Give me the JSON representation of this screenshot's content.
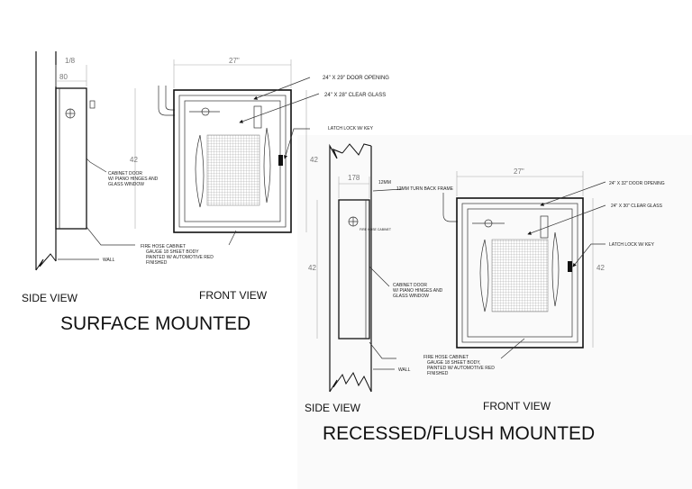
{
  "surface": {
    "title": "SURFACE MOUNTED",
    "side_view_label": "SIDE VIEW",
    "front_view_label": "FRONT VIEW",
    "dims": {
      "frame_depth": "1/8",
      "depth": "80",
      "width": "27\"",
      "side_height": "42",
      "front_height": "42"
    },
    "callouts": {
      "door_opening": "24\" X 29\" DOOR OPENING",
      "clear_glass": "24\" X 28\" CLEAR GLASS",
      "latch_lock": "LATCH LOCK W/ KEY",
      "cabinet_door": [
        "CABINET DOOR",
        "W/ PIANO HINGES AND",
        "GLASS WINDOW"
      ],
      "fire_hose_cabinet": [
        "FIRE HOSE CABINET",
        "GAUGE 18 SHEET BODY",
        "PAINTED W/ AUTOMOTIVE RED",
        "FINISHED"
      ],
      "wall": "WALL"
    }
  },
  "recessed": {
    "title": "RECESSED/FLUSH MOUNTED",
    "side_view_label": "SIDE VIEW",
    "front_view_label": "FRONT VIEW",
    "dims": {
      "frame_depth": "178",
      "turn_back": "12MM",
      "width": "27\"",
      "side_height": "42",
      "front_height": "42"
    },
    "callouts": {
      "turn_back_frame": "12MM TURN BACK FRAME",
      "door_opening": "24\" X 32\" DOOR OPENING",
      "clear_glass": "24\" X 30\" CLEAR GLASS",
      "latch_lock": "LATCH LOCK W/ KEY",
      "nameplate": "FIRE HOSE CABINET",
      "cabinet_door": [
        "CABINET DOOR",
        "W/ PIANO HINGES AND",
        "GLASS WINDOW"
      ],
      "fire_hose_cabinet": [
        "FIRE HOSE CABINET",
        "GAUGE 18 SHEET BODY,",
        "PAINTED W/ AUTOMOTIVE RED",
        "FINISHED"
      ],
      "wall": "WALL"
    }
  }
}
